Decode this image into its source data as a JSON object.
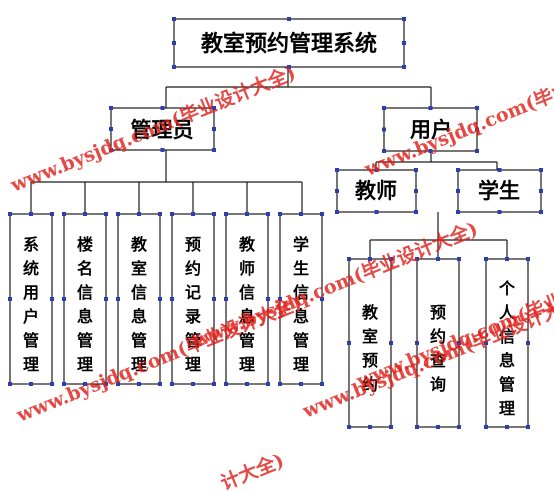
{
  "diagram": {
    "root": "教室预约管理系统",
    "admin": {
      "label": "管理员",
      "children": [
        "系统用户管理",
        "楼名信息管理",
        "教室信息管理",
        "预约记录管理",
        "教师信息管理",
        "学生信息管理"
      ]
    },
    "user": {
      "label": "用户",
      "roles": [
        "教师",
        "学生"
      ],
      "children": [
        "教室预约",
        "预约查询",
        "个人信息管理"
      ]
    }
  },
  "watermark": {
    "line1": "www.bysjdq.com(毕业设计大全)",
    "line2": "www.bysjdq.com(毕业设计大全)",
    "line3": "www.bysjdq.com(毕业设计大全)",
    "line4": "www.bysjdq.com(毕业设计大全)",
    "line5": "www.bysjdq.com(毕业设计大全)",
    "line6": "www.bysjdq.com(毕业设计",
    "line7": "计大全)",
    "color": "#e0201a"
  },
  "colors": {
    "line": "#1a1a1a",
    "handle": "#2b3fb0",
    "background": "#ffffff"
  }
}
